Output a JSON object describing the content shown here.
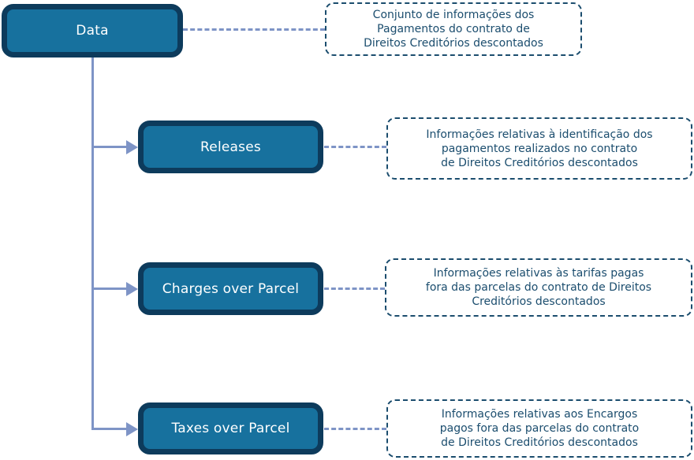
{
  "diagram": {
    "root": {
      "label": "Data",
      "note": {
        "line1": "Conjunto de informações dos",
        "line2": "Pagamentos do contrato de",
        "line3": "Direitos Creditórios descontados"
      }
    },
    "children": [
      {
        "label": "Releases",
        "note": {
          "line1": "Informações relativas à identificação dos",
          "line2": "pagamentos realizados no contrato",
          "line3": "de Direitos Creditórios descontados"
        }
      },
      {
        "label": "Charges over Parcel",
        "note": {
          "line1": "Informações relativas às tarifas pagas",
          "line2": "fora das parcelas do contrato de Direitos",
          "line3": "Creditórios descontados"
        }
      },
      {
        "label": "Taxes over Parcel",
        "note": {
          "line1": "Informações relativas aos Encargos",
          "line2": "pagos fora das parcelas do contrato",
          "line3": "de Direitos Creditórios descontados"
        }
      }
    ],
    "colors": {
      "node_fill": "#17719e",
      "node_border": "#0d3b5c",
      "note_border_text": "#1b4d6e",
      "connector": "#7e94c6",
      "node_label_text": "#ffffff"
    }
  }
}
